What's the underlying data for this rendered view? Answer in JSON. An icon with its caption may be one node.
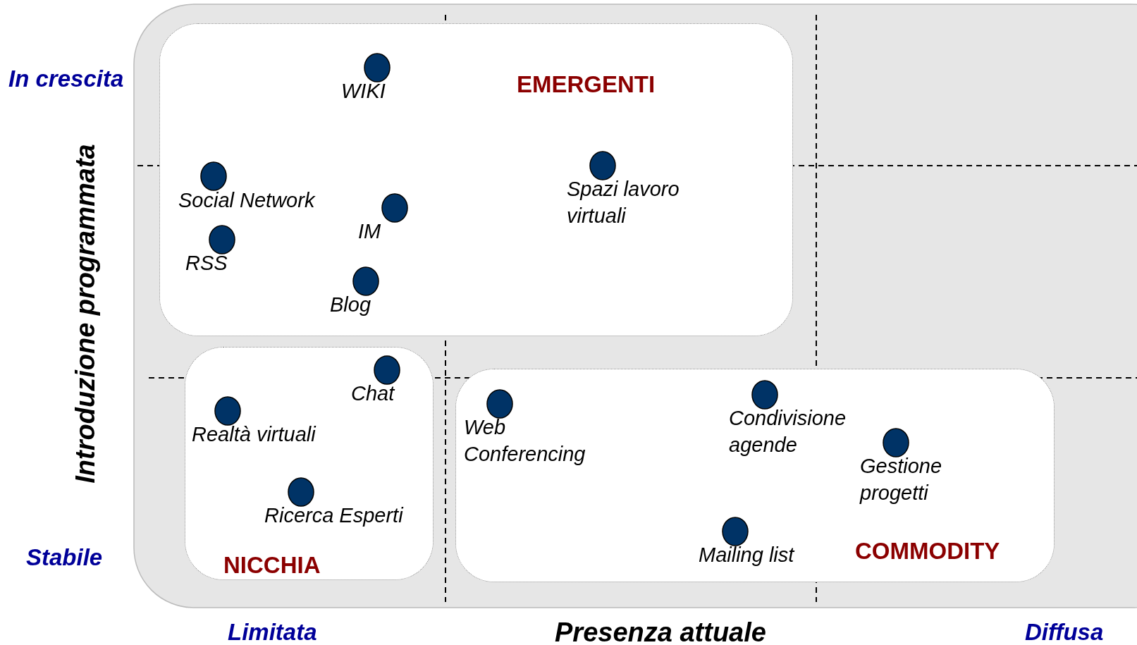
{
  "diagram": {
    "nodes": [
      {
        "text": [
          "EMERGENTI"
        ]
      },
      {
        "text": [
          "WIKI"
        ],
        "in": 0
      },
      {
        "text": [
          "Social Network"
        ],
        "in": 0
      },
      {
        "text": [
          "IM"
        ],
        "in": 0
      },
      {
        "text": [
          "RSS"
        ],
        "in": 0
      },
      {
        "text": [
          "Blog"
        ],
        "in": 0
      },
      {
        "text": [
          "Spazi lavoro virtuali"
        ],
        "in": 0
      },
      {
        "text": [
          "NICCHIA"
        ]
      },
      {
        "text": [
          "Chat"
        ],
        "in": 7
      },
      {
        "text": [
          "Realtà virtuali"
        ],
        "in": 7
      },
      {
        "text": [
          "Ricerca Esperti"
        ],
        "in": 7
      },
      {
        "text": [
          "COMMODITY"
        ]
      },
      {
        "text": [
          "Web Conferencing"
        ],
        "in": 11
      },
      {
        "text": [
          "Condivisione agende"
        ],
        "in": 11
      },
      {
        "text": [
          "Gestione progetti"
        ],
        "in": 11
      },
      {
        "text": [
          "Mailing list"
        ],
        "in": 11
      }
    ],
    "labels": [
      "In crescita",
      "Introduzione programmata",
      "Stabile",
      "Limitata",
      "Presenza attuale",
      "Diffusa"
    ]
  }
}
